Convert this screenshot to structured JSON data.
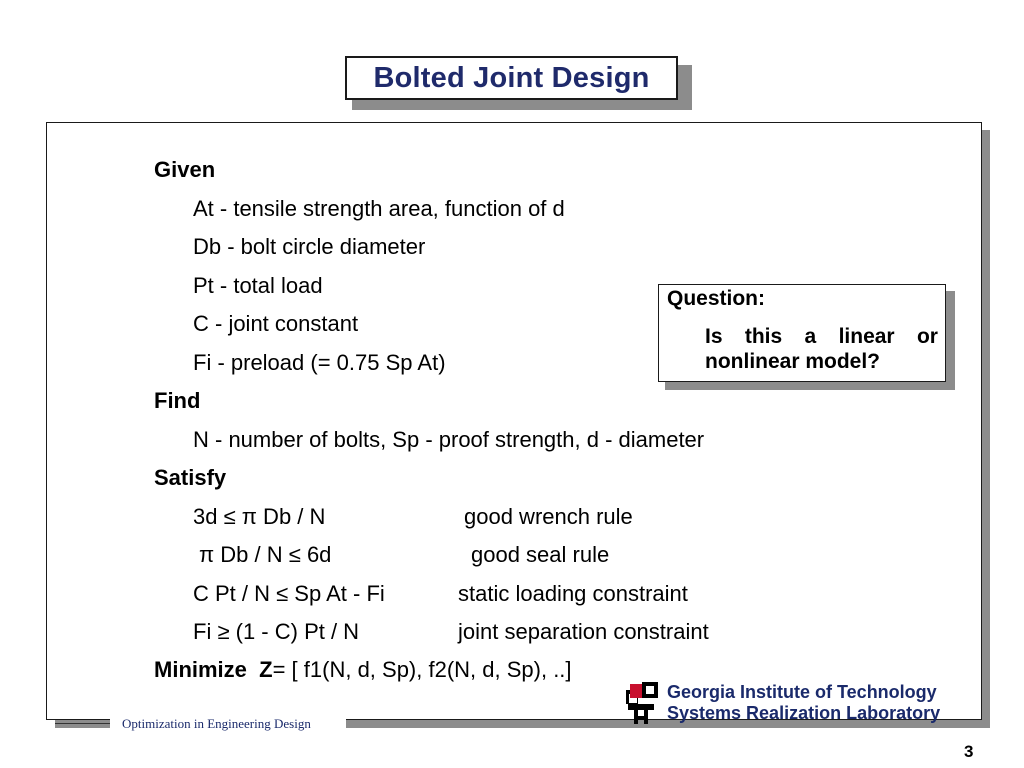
{
  "title": "Bolted Joint Design",
  "given": {
    "heading": "Given",
    "items": [
      "At - tensile strength area, function of d",
      "Db - bolt circle diameter",
      "Pt - total load",
      "C - joint constant",
      "Fi - preload (= 0.75 Sp At)"
    ]
  },
  "find": {
    "heading": "Find",
    "items": [
      "N - number of bolts, Sp - proof strength, d - diameter"
    ]
  },
  "satisfy": {
    "heading": "Satisfy",
    "rows": [
      {
        "expr": "3d ≤ π Db / N",
        "desc": "good wrench rule"
      },
      {
        "expr": "π Db / N ≤ 6d",
        "desc": "good seal rule"
      },
      {
        "expr": "C Pt / N ≤ Sp At - Fi",
        "desc": "static loading constraint"
      },
      {
        "expr": "Fi ≥ (1 - C) Pt / N",
        "desc": "joint separation constraint"
      }
    ]
  },
  "minimize": {
    "heading": "Minimize",
    "var": "Z",
    "expr": "= [ f1(N, d, Sp), f2(N, d, Sp), ..]"
  },
  "question": {
    "title": "Question:",
    "words": [
      "Is",
      "this",
      "a",
      "linear",
      "or"
    ],
    "line2": "nonlinear model?"
  },
  "footer": {
    "course": "Optimization in Engineering Design",
    "org_line1": "Georgia Institute of Technology",
    "org_line2": "Systems Realization Laboratory",
    "page": "3"
  }
}
